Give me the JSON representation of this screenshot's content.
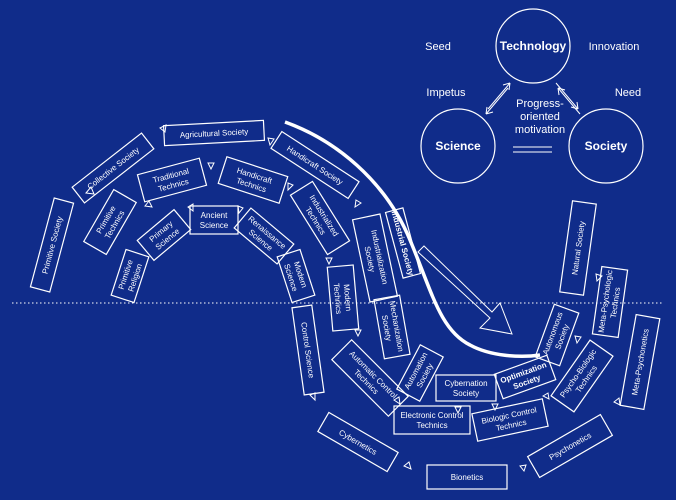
{
  "triad": {
    "technology": "Technology",
    "science": "Science",
    "society": "Society",
    "seed": "Seed",
    "innovation": "Innovation",
    "impetus": "Impetus",
    "need": "Need",
    "center": [
      "Progress-",
      "oriented",
      "motivation"
    ]
  },
  "societies": {
    "primitive": "Primitive Society",
    "collective": "Collective Society",
    "agricultural": "Agricultural Society",
    "handicraft": "Handicraft Society",
    "industrial": "Industrial Society",
    "industrialization": [
      "Industrialization",
      "Society"
    ],
    "mechanization": [
      "Mechanization",
      "Society"
    ],
    "automation": [
      "Automation",
      "Society"
    ],
    "cybernation": [
      "Cybernation",
      "Society"
    ],
    "optimization": [
      "Optimization",
      "Society"
    ],
    "autonomous": [
      "Autonomous",
      "Society"
    ],
    "natural": "Natural Society"
  },
  "technics": {
    "primitive": [
      "Primitive",
      "Technics"
    ],
    "traditional": [
      "Traditional",
      "Technics"
    ],
    "handicraft": [
      "Handicraft",
      "Technics"
    ],
    "industrialized": [
      "Industrialized",
      "Technics"
    ],
    "modern": [
      "Modern",
      "Technics"
    ],
    "automatic_control": [
      "Automatic Control",
      "Technics"
    ],
    "electronic_control": [
      "Electronic Control",
      "Technics"
    ],
    "biologic_control": [
      "Biologic Control",
      "Technics"
    ],
    "psycho_biologic": [
      "Psycho-Biologic",
      "Technics"
    ],
    "meta_psychologic": [
      "Meta-Psychologic",
      "Technics"
    ]
  },
  "sciences": {
    "religion": [
      "Primitive",
      "Religion"
    ],
    "primary": [
      "Primary",
      "Science"
    ],
    "ancient": [
      "Ancient",
      "Science"
    ],
    "renaissance": [
      "Renaissance",
      "Science"
    ],
    "modern": [
      "Modern",
      "Science"
    ],
    "control": "Control Science",
    "cybernetics": "Cybernetics",
    "bionetics": "Bionetics",
    "psychonetics": "Psychonetics",
    "meta_psychonetics": "Meta-Psychonetics"
  }
}
